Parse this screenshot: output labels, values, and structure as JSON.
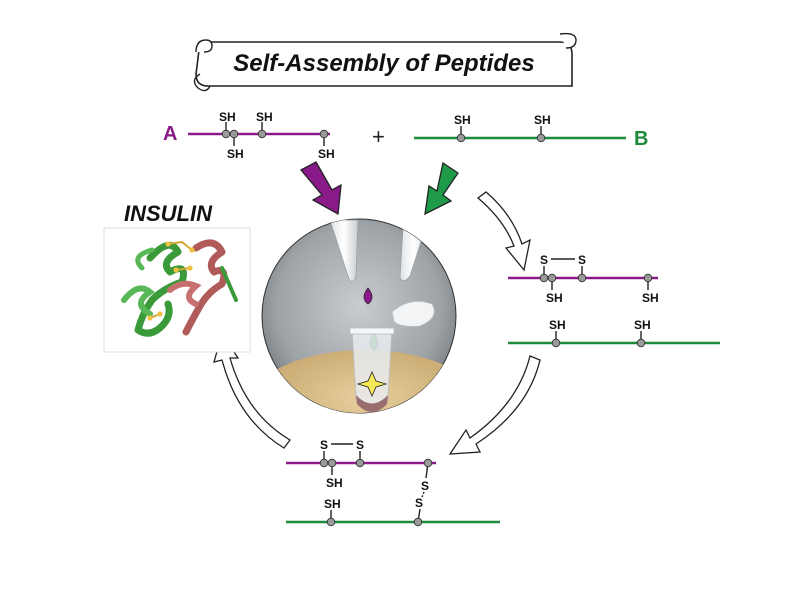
{
  "title": "Self-Assembly of Peptides",
  "insulin_label": "INSULIN",
  "chain_a_label": "A",
  "chain_b_label": "B",
  "plus_sign": "+",
  "sh": "SH",
  "s": "S",
  "colors": {
    "chain_a": "#8a1a8a",
    "chain_b": "#1f8a3c",
    "arrow_a": "#8a1a8a",
    "arrow_b": "#1f9a48"
  }
}
